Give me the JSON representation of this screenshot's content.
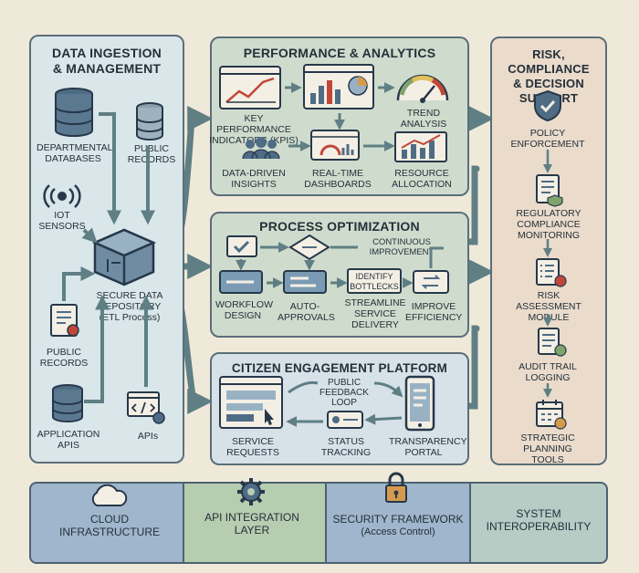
{
  "ingestion": {
    "title_line1": "DATA INGESTION",
    "title_line2": "& MANAGEMENT",
    "departmental_databases": "DEPARTMENTAL DATABASES",
    "public_records_top": "PUBLIC RECORDS",
    "iot_sensors": "IOT SENSORS",
    "secure_repository": "SECURE DATA REPOSITORY (ETL Process)",
    "public_records_bottom": "PUBLIC RECORDS",
    "application_apis": "APPLICATION APIs",
    "apis": "APIs"
  },
  "performance": {
    "title": "PERFORMANCE & ANALYTICS",
    "kpis": "KEY PERFORMANCE INDICATORS (KPIs)",
    "trend_analysis": "TREND ANALYSIS",
    "data_driven": "DATA-DRIVEN INSIGHTS",
    "realtime": "REAL-TIME DASHBOARDS",
    "resource": "RESOURCE ALLOCATION"
  },
  "process": {
    "title": "PROCESS OPTIMIZATION",
    "continuous": "CONTINUOUS IMPROVEMENT",
    "identify": "IDENTIFY BOTTLECKS",
    "workflow": "WORKFLOW DESIGN",
    "auto": "AUTO-APPROVALS",
    "streamline": "STREAMLINE SERVICE DELIVERY",
    "improve": "IMPROVE EFFICIENCY"
  },
  "citizen": {
    "title": "CITIZEN ENGAGEMENT PLATFORM",
    "feedback": "PUBLIC FEEDBACK LOOP",
    "service_requests": "SERVICE REQUESTS",
    "status_tracking": "STATUS TRACKING",
    "transparency": "TRANSPARENCY PORTAL"
  },
  "risk": {
    "title_line1": "RISK, COMPLIANCE",
    "title_line2": "& DECISION SUPPORT",
    "policy": "POLICY ENFORCEMENT",
    "regulatory": "REGULATORY COMPLIANCE MONITORING",
    "risk_module": "RISK ASSESSMENT MODULE",
    "audit": "AUDIT TRAIL LOGGING",
    "strategic": "STRATEGIC PLANNING TOOLS"
  },
  "foundation": {
    "cloud": "CLOUD INFRASTRUCTURE",
    "api_layer": "API INTEGRATION LAYER",
    "security": "SECURITY FRAMEWORK",
    "security_sub": "(Access Control)",
    "interop": "SYSTEM INTEROPERABILITY"
  },
  "colors": {
    "background": "#efe9da",
    "ingestion_panel": "#d9e6ea",
    "analytics_panel": "#cfdccd",
    "risk_panel": "#eadbcb",
    "arrow": "#5f7f84",
    "accent_red": "#c0473a",
    "icon_blue": "#4f6c85"
  }
}
